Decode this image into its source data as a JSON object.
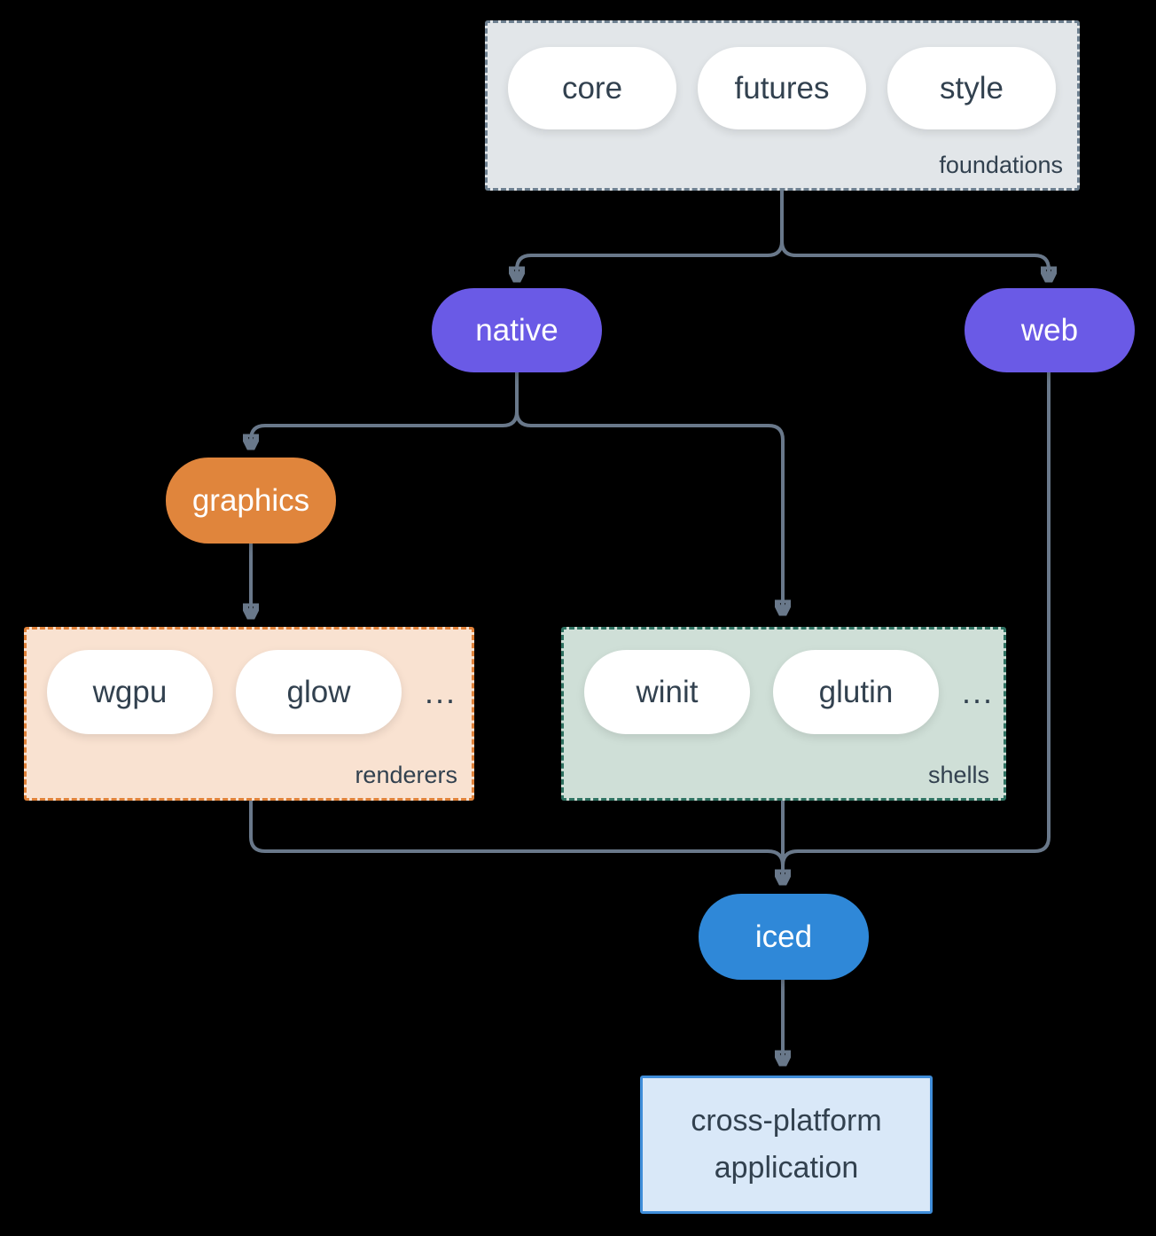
{
  "colors": {
    "bg": "#000000",
    "ink": "#32414f",
    "line": "#69788a",
    "purple": "#6a5ae6",
    "orange": "#e0853c",
    "blue": "#2f88d8",
    "foundations_bg": "#e2e6e9",
    "foundations_border": "#6e8090",
    "renderers_bg": "#f9e2d1",
    "renderers_border": "#e0823a",
    "shells_bg": "#cfdfd7",
    "shells_border": "#2f7262",
    "app_bg": "#d9e8f8",
    "app_border": "#3f8dd9"
  },
  "groups": {
    "foundations": {
      "label": "foundations",
      "nodes": [
        "core",
        "futures",
        "style"
      ]
    },
    "renderers": {
      "label": "renderers",
      "nodes": [
        "wgpu",
        "glow"
      ],
      "ellipsis": "..."
    },
    "shells": {
      "label": "shells",
      "nodes": [
        "winit",
        "glutin"
      ],
      "ellipsis": "..."
    }
  },
  "nodes": {
    "native": "native",
    "web": "web",
    "graphics": "graphics",
    "iced": "iced",
    "application": "cross-platform application"
  }
}
